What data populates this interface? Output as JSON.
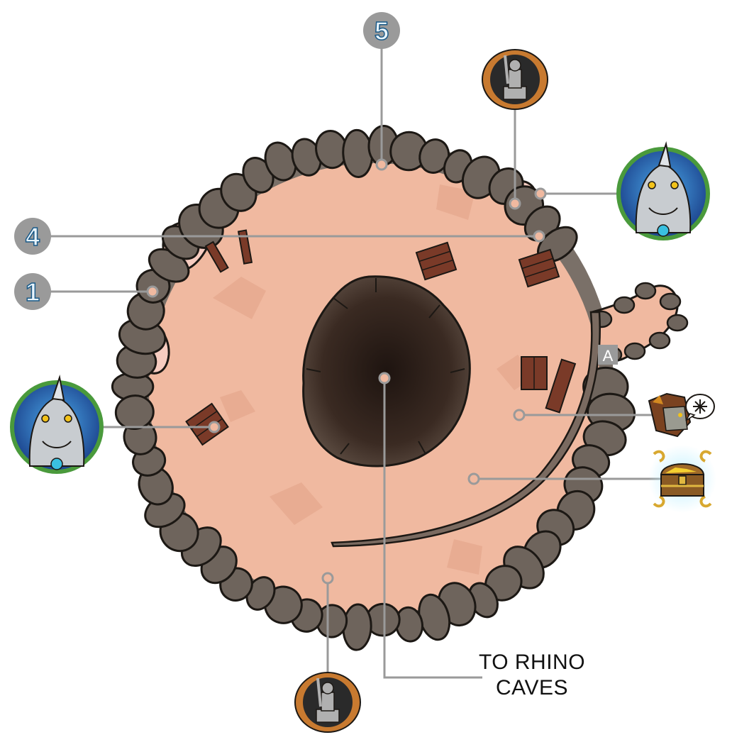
{
  "colors": {
    "floor": "#f0b9a0",
    "floor_dark": "#e4a68c",
    "rock": "#6e645c",
    "rock_dark": "#4a423c",
    "outline": "#1c1814",
    "pit_center": "#1e1410",
    "pit_edge": "#5a4a40",
    "plank": "#7a3a28",
    "callout_line": "#9a9a9a",
    "badge_fill": "#9a9a9a",
    "badge_digit": "#e8f4fc",
    "portrait_ring": "#4a9a3c",
    "statue_ring": "#c87a30"
  },
  "markers": {
    "numbered": [
      {
        "id": "marker-1",
        "label": "1"
      },
      {
        "id": "marker-4",
        "label": "4"
      },
      {
        "id": "marker-5",
        "label": "5"
      }
    ],
    "letter": {
      "label": "A"
    }
  },
  "icons": [
    "rhino-warrior-portrait-icon",
    "rhino-warrior-portrait-icon",
    "statue-icon",
    "statue-icon",
    "lion-character-speech-icon",
    "treasure-chest-icon"
  ],
  "destination": {
    "line1": "TO RHINO",
    "line2": "CAVES"
  }
}
